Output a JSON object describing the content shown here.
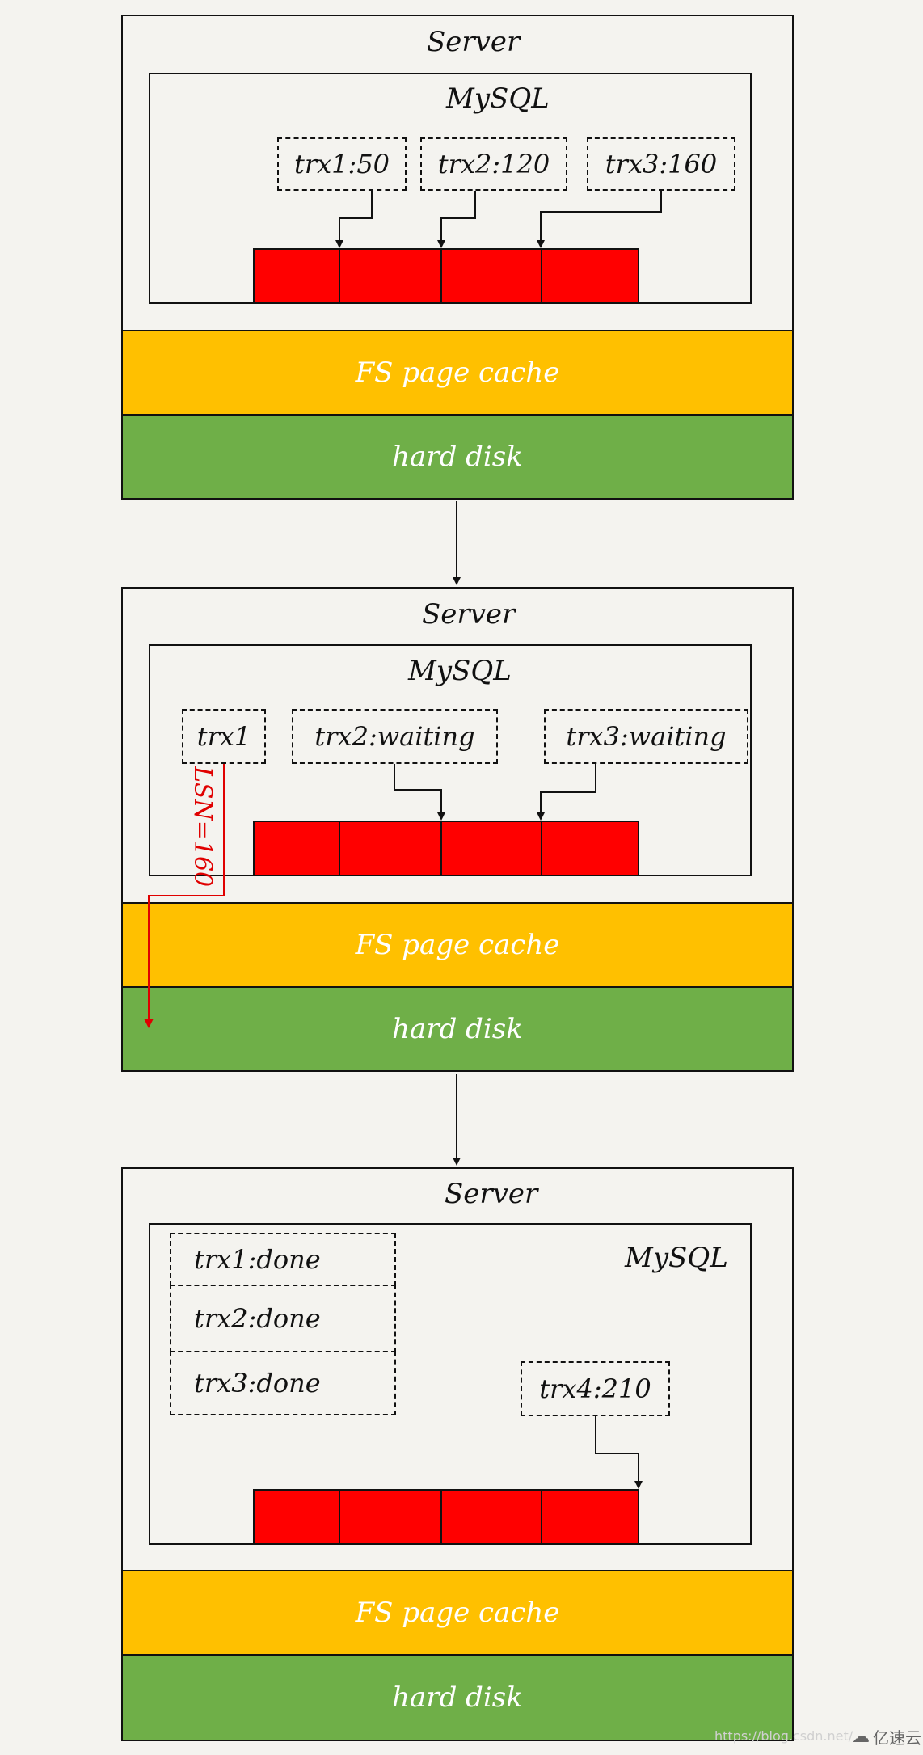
{
  "panels": [
    {
      "server_label": "Server",
      "mysql_label": "MySQL",
      "transactions": [
        "trx1:50",
        "trx2:120",
        "trx3:160"
      ],
      "fs_label": "FS page cache",
      "disk_label": "hard disk"
    },
    {
      "server_label": "Server",
      "mysql_label": "MySQL",
      "transactions": [
        "trx1",
        "trx2:waiting",
        "trx3:waiting"
      ],
      "lsn_label": "LSN=160",
      "fs_label": "FS page cache",
      "disk_label": "hard disk"
    },
    {
      "server_label": "Server",
      "mysql_label": "MySQL",
      "transactions": [
        "trx1:done",
        "trx2:done",
        "trx3:done",
        "trx4:210"
      ],
      "fs_label": "FS page cache",
      "disk_label": "hard disk"
    }
  ],
  "watermark": "https://blog.csdn.net/",
  "brand": "亿速云",
  "colors": {
    "fs_page_cache": "#ffc000",
    "hard_disk": "#6faf48",
    "redo_log_buffer": "#ff0000",
    "lsn_arrow": "#e00000",
    "background": "#f4f3ef"
  }
}
